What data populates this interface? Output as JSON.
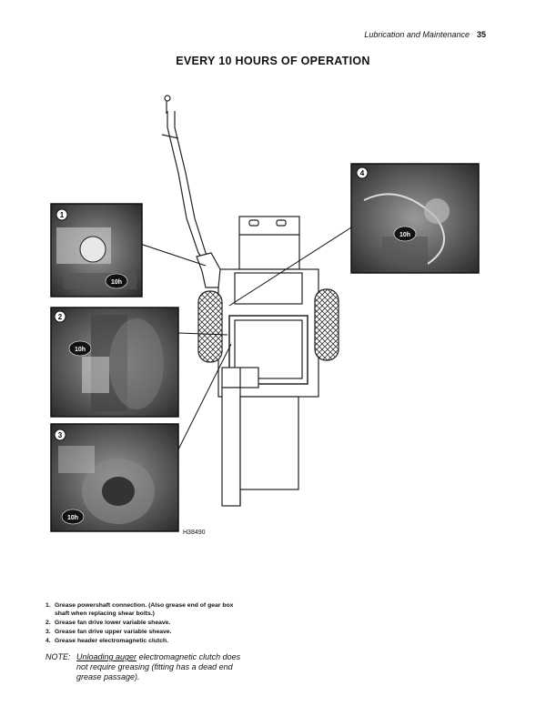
{
  "header": {
    "section": "Lubrication and Maintenance",
    "page": "35"
  },
  "title": "EVERY 10 HOURS OF OPERATION",
  "figure": {
    "code": "H38490",
    "callouts": [
      {
        "num": "1",
        "badge": "10h"
      },
      {
        "num": "2",
        "badge": "10h"
      },
      {
        "num": "3",
        "badge": "10h"
      },
      {
        "num": "4",
        "badge": "10h"
      }
    ]
  },
  "captions": [
    {
      "num": "1.",
      "text": "Grease powershaft connection. (Also grease end of gear box",
      "cont": "shaft when replacing shear bolts.)"
    },
    {
      "num": "2.",
      "text": "Grease fan drive lower variable sheave.",
      "cont": ""
    },
    {
      "num": "3.",
      "text": "Grease fan drive upper variable sheave.",
      "cont": ""
    },
    {
      "num": "4.",
      "text": "Grease header electromagnetic clutch.",
      "cont": ""
    }
  ],
  "note": {
    "label": "NOTE:",
    "underlined": "Unloading auger",
    "line1_rest": " electromagnetic clutch does",
    "line2": "not require greasing (fitting has a dead end",
    "line3": "grease passage)."
  }
}
